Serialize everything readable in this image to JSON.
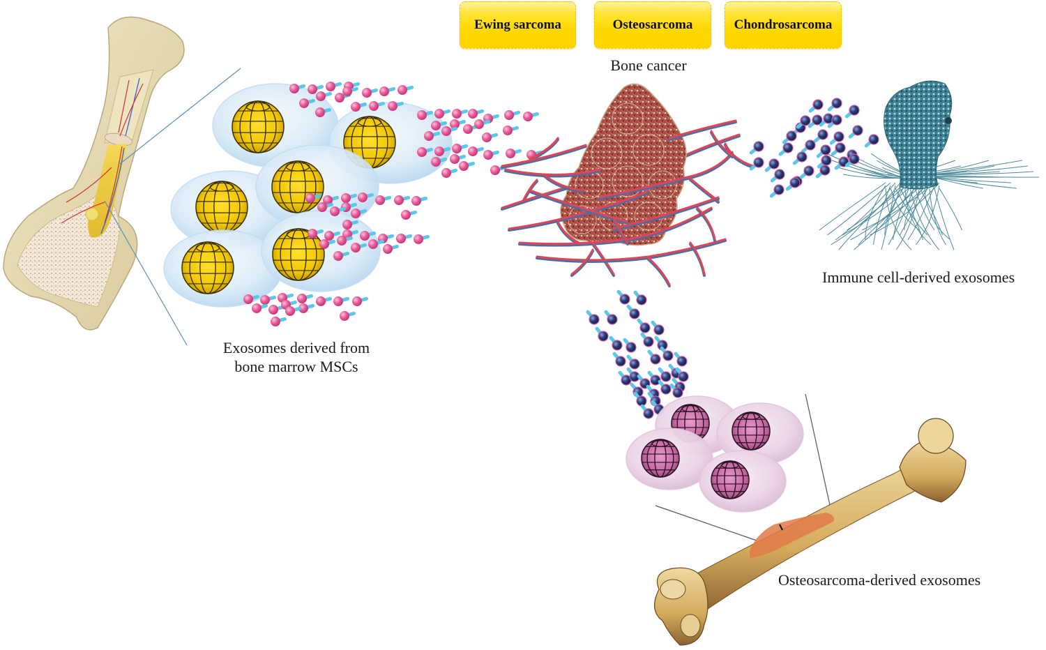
{
  "figure": {
    "cancer_types": [
      {
        "label": "Ewing sarcoma",
        "color": "#ffd800"
      },
      {
        "label": "Osteosarcoma",
        "color": "#ffd800"
      },
      {
        "label": "Chondrosarcoma",
        "color": "#ffd800"
      }
    ],
    "bone_cancer_label": "Bone cancer",
    "msc_caption_line1": "Exosomes derived from",
    "msc_caption_line2": "bone marrow MSCs",
    "immune_caption": "Immune cell-derived exosomes",
    "osteosarcoma_caption": "Osteosarcoma-derived exosomes",
    "components": {
      "left_bone": "long bone cross-section with bone marrow and vessels",
      "msc_exosomes": {
        "count": 6,
        "core_color": "#f5cc00",
        "vesicle_color": "#cfe6f7",
        "cargo_color": "#e85b9a"
      },
      "tumor": {
        "color": "#b8483f",
        "vessel_color": "#e04555",
        "vein_color": "#4a6fa8"
      },
      "immune_cell": {
        "color": "#3f7f92"
      },
      "immune_cargo": {
        "color": "#2d3f7a",
        "outline": "#d25aa8"
      },
      "osteosarcoma_exosomes": {
        "count": 4,
        "core_color": "#c76aa5",
        "vesicle_color": "#ead3e6"
      },
      "right_bone": {
        "color": "#d9b56a",
        "lesion_color": "#e07a48"
      }
    }
  }
}
